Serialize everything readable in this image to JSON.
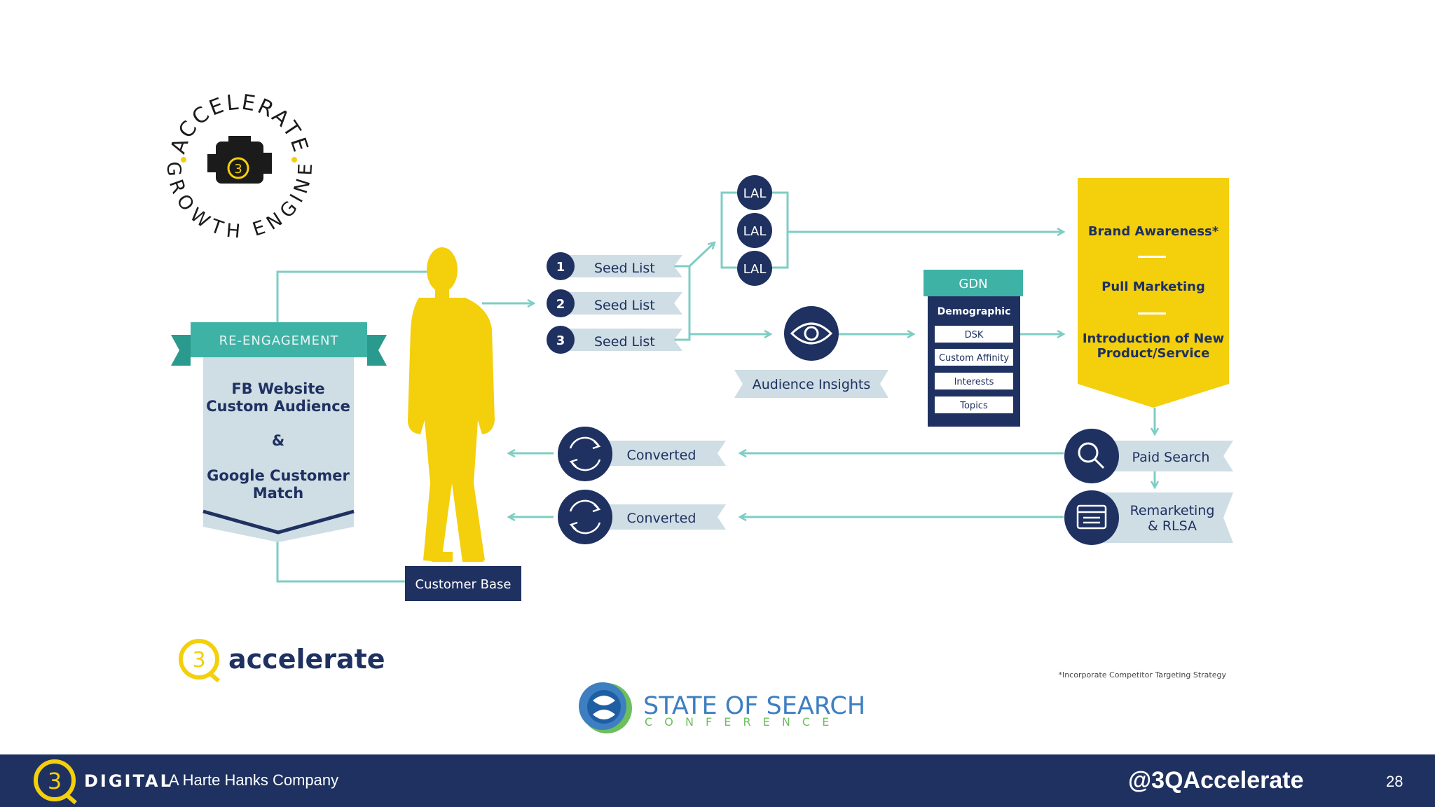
{
  "badge": {
    "top_text": "ACCELERATE",
    "bottom_text": "GROWTH ENGINE",
    "engine_mark": "3"
  },
  "reengagement": {
    "banner": "RE-ENGAGEMENT",
    "line1": "FB Website",
    "line2": "Custom Audience",
    "amp": "&",
    "line3": "Google Customer",
    "line4": "Match"
  },
  "customer_base": "Customer Base",
  "seed_lists": [
    {
      "num": "1",
      "label": "Seed List"
    },
    {
      "num": "2",
      "label": "Seed List"
    },
    {
      "num": "3",
      "label": "Seed List"
    }
  ],
  "lal": [
    "LAL",
    "LAL",
    "LAL"
  ],
  "audience_insights": "Audience Insights",
  "gdn": {
    "header": "GDN",
    "sub": "Demographic",
    "items": [
      "DSK",
      "Custom Affinity",
      "Interests",
      "Topics"
    ]
  },
  "funnel": {
    "item1": "Brand Awareness*",
    "item2": "Pull Marketing",
    "item3_line1": "Introduction of New",
    "item3_line2": "Product/Service"
  },
  "paid_search": "Paid Search",
  "remarketing": {
    "line1": "Remarketing",
    "line2": "& RLSA"
  },
  "converted": [
    "Converted",
    "Converted"
  ],
  "footnote": "*Incorporate Competitor Targeting Strategy",
  "accelerate_logo": {
    "mark": "3",
    "text": "accelerate"
  },
  "sos_logo": {
    "line1": "STATE OF SEARCH",
    "line2": "C O N F E R E N C E"
  },
  "footer": {
    "logo_mark": "3",
    "logo_text": "DIGITAL",
    "company": "A Harte Hanks Company",
    "handle": "@3QAccelerate",
    "page_number": "28"
  },
  "colors": {
    "navy": "#1e3160",
    "teal": "#3fb2a6",
    "yellow": "#f4cf0b",
    "light_panel": "#cfdde5",
    "line": "#7fcdc4"
  }
}
